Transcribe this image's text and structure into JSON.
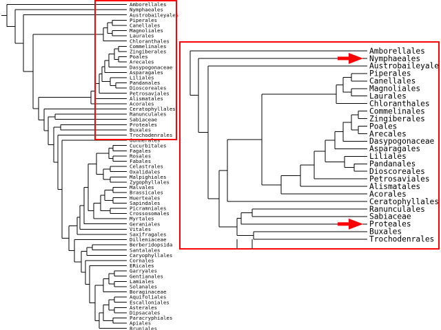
{
  "colors": {
    "highlight": "#ff0000",
    "line": "#000000",
    "background": "#ffffff"
  },
  "full_tree_taxa": [
    "Amborellales",
    "Nymphaeales",
    "Austrobaileyales",
    "Piperales",
    "Canellales",
    "Magnoliales",
    "Laurales",
    "Chloranthales",
    "Commelinales",
    "Zingiberales",
    "Poales",
    "Arecales",
    "Dasypogonaceae",
    "Asparagales",
    "Liliales",
    "Pandanales",
    "Dioscoreales",
    "Petrosaviales",
    "Alismatales",
    "Acorales",
    "Ceratophyllales",
    "Ranunculales",
    "Sabiaceae",
    "Proteales",
    "Buxales",
    "Trochodenrales",
    "Gunnerales",
    "Cucurbitales",
    "Fagales",
    "Rosales",
    "Fabales",
    "Celastrales",
    "Oxalidales",
    "Malpighiales",
    "Zygophyllales",
    "Malvales",
    "Brassicales",
    "Huerteales",
    "Sapindales",
    "Picramniales",
    "Crossosomales",
    "Myrtales",
    "Geraniales",
    "Vitales",
    "Saxifragales",
    "Dilleniaceae",
    "Berberidopsida",
    "Santalales",
    "Caryophyllales",
    "Cornales",
    "ERicales",
    "Garryales",
    "Gentianales",
    "Lamiales",
    "Solanales",
    "Boraginaceae",
    "Aquifoliales",
    "Escalloniales",
    "Asterales",
    "Dipsacales",
    "Paracryphiales",
    "Apiales",
    "Bruniales"
  ],
  "zoom_taxa": [
    "Amborellales",
    "Nymphaeales",
    "Austrobaileyale",
    "Piperales",
    "Canellales",
    "Magnoliales",
    "Laurales",
    "Chloranthales",
    "Commelinales",
    "Zingiberales",
    "Poales",
    "Arecales",
    "Dasypogonaceae",
    "Asparagales",
    "Liliales",
    "Pandanales",
    "Dioscoreales",
    "Petrosaviales",
    "Alismatales",
    "Acorales",
    "Ceratophyllales",
    "Ranunculales",
    "Sabiaceae",
    "Proteales",
    "Buxales",
    "Trochodenrales"
  ],
  "highlighted_taxa": [
    "Nymphaeales",
    "Proteales"
  ]
}
